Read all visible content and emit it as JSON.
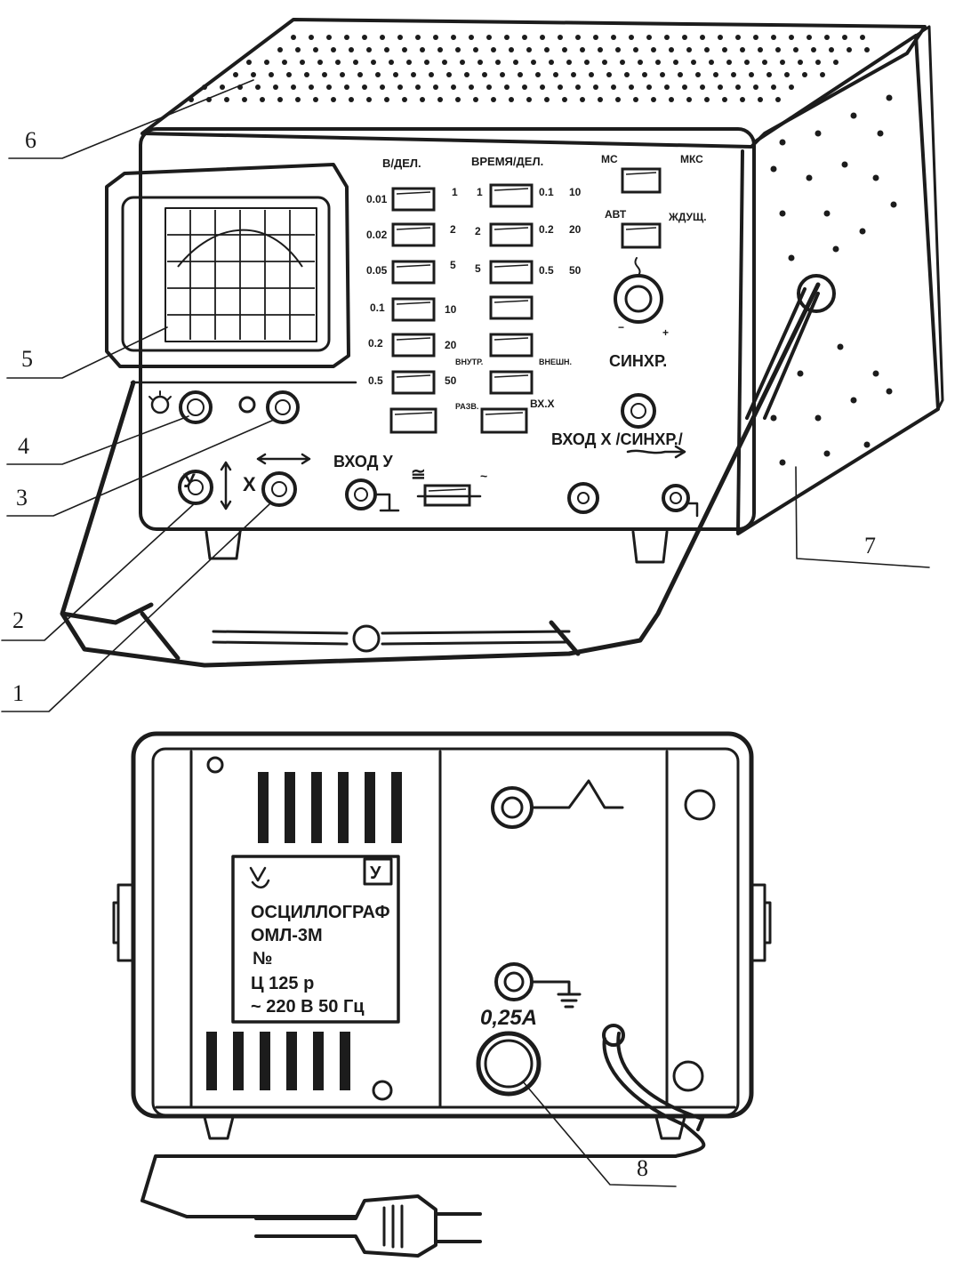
{
  "callouts": [
    "1",
    "2",
    "3",
    "4",
    "5",
    "6",
    "7",
    "8"
  ],
  "front_panel": {
    "volts_per_div": "В/ДЕЛ.",
    "time_per_div": "ВРЕМЯ/ДЕЛ.",
    "ms": "МС",
    "mks": "МКС",
    "avt": "АВТ",
    "zhdushch": "ЖДУЩ.",
    "sync": "СИНХР.",
    "minus": "−",
    "plus": "+",
    "vnutr": "ВНУТР.",
    "vnesh": "ВНЕШН.",
    "razv": "РАЗВ.",
    "vx_x": "ВХ.Х",
    "input_x_sync": "ВХОД Х /СИНХР./",
    "input_y": "ВХОД У",
    "y_axis": "У",
    "x_axis": "Х",
    "ac_dc": "≅",
    "ac": "~",
    "vdiv_values": [
      "0.01",
      "0.02",
      "0.05",
      "0.1",
      "0.2",
      "0.5"
    ],
    "mid_values": [
      "1",
      "2",
      "5",
      "10",
      "20",
      "50"
    ],
    "time_left": [
      "1",
      "2",
      "5"
    ],
    "time_right": [
      "0.1",
      "0.2",
      "0.5"
    ],
    "time_far": [
      "10",
      "20",
      "50"
    ]
  },
  "back_panel": {
    "plate_letter": "У",
    "plate_lines": [
      "ОСЦИЛЛОГРАФ",
      "ОМЛ-3М",
      "№",
      "Ц 125 р",
      "~ 220 В 50 Гц"
    ],
    "fuse": "0,25А"
  }
}
